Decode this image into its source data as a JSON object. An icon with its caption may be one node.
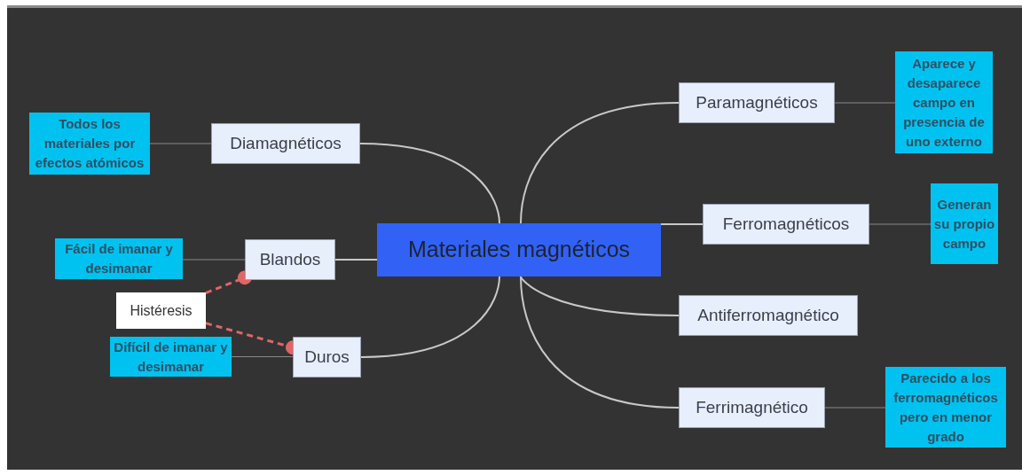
{
  "diagram": {
    "nodes": [
      {
        "text": [
          "Materiales magnéticos"
        ]
      },
      {
        "text": [
          "Diamagnéticos"
        ]
      },
      {
        "text": [
          "Todos los materiales por efectos atómicos"
        ]
      },
      {
        "text": [
          "Blandos"
        ]
      },
      {
        "text": [
          "Fácil de imanar y desimanar"
        ]
      },
      {
        "text": [
          "Histéresis"
        ]
      },
      {
        "text": [
          "Duros"
        ]
      },
      {
        "text": [
          "Difícil de imanar y desimanar"
        ]
      },
      {
        "text": [
          "Paramagnéticos"
        ]
      },
      {
        "text": [
          "Aparece y desaparece campo en presencia de uno externo"
        ]
      },
      {
        "text": [
          "Ferromagnéticos"
        ]
      },
      {
        "text": [
          "Generan su propio campo"
        ]
      },
      {
        "text": [
          "Antiferromagnético"
        ]
      },
      {
        "text": [
          "Ferrimagnético"
        ]
      },
      {
        "text": [
          "Parecido a los ferromagnéticos pero en menor grado"
        ]
      }
    ],
    "edges": [
      {
        "from": 0,
        "to": 1,
        "arrow": "none"
      },
      {
        "from": 0,
        "to": 3,
        "arrow": "none"
      },
      {
        "from": 0,
        "to": 6,
        "arrow": "none"
      },
      {
        "from": 0,
        "to": 8,
        "arrow": "none"
      },
      {
        "from": 0,
        "to": 10,
        "arrow": "none"
      },
      {
        "from": 0,
        "to": 12,
        "arrow": "none"
      },
      {
        "from": 0,
        "to": 13,
        "arrow": "none"
      },
      {
        "from": 1,
        "to": 2,
        "arrow": "none"
      },
      {
        "from": 3,
        "to": 4,
        "arrow": "none"
      },
      {
        "from": 6,
        "to": 7,
        "arrow": "none"
      },
      {
        "from": 8,
        "to": 9,
        "arrow": "none"
      },
      {
        "from": 10,
        "to": 11,
        "arrow": "none"
      },
      {
        "from": 13,
        "to": 14,
        "arrow": "none"
      },
      {
        "from": 5,
        "to": 3,
        "arrow": "other",
        "style": "dashed",
        "color": "#e06666"
      },
      {
        "from": 5,
        "to": 6,
        "arrow": "other",
        "style": "dashed",
        "color": "#e06666"
      }
    ]
  }
}
